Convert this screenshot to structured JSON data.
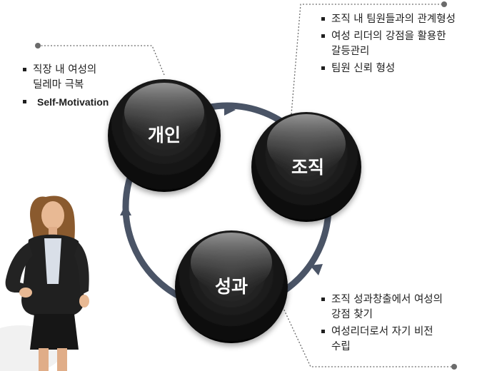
{
  "nodes": {
    "individual": {
      "label": "개인"
    },
    "organization": {
      "label": "조직"
    },
    "performance": {
      "label": "성과"
    }
  },
  "individual_notes": [
    {
      "lines": [
        "직장 내 여성의",
        "딜레마 극복"
      ]
    },
    {
      "lines": [
        "Self-Motivation"
      ]
    }
  ],
  "organization_notes": [
    {
      "lines": [
        "조직 내 팀원들과의 관계형성"
      ]
    },
    {
      "lines": [
        "여성 리더의 강점을 활용한",
        "갈등관리"
      ]
    },
    {
      "lines": [
        "팀원 신뢰 형성"
      ]
    }
  ],
  "performance_notes": [
    {
      "lines": [
        "조직 성과창출에서 여성의",
        "강점 찾기"
      ]
    },
    {
      "lines": [
        "여성리더로서 자기 비전",
        "수립"
      ]
    }
  ],
  "colors": {
    "cycle_ring": "#4a5466",
    "node_fill": "#151515",
    "connector": "#6b6b6b",
    "text": "#1f1f1f"
  },
  "illustration": "businesswoman-photo"
}
